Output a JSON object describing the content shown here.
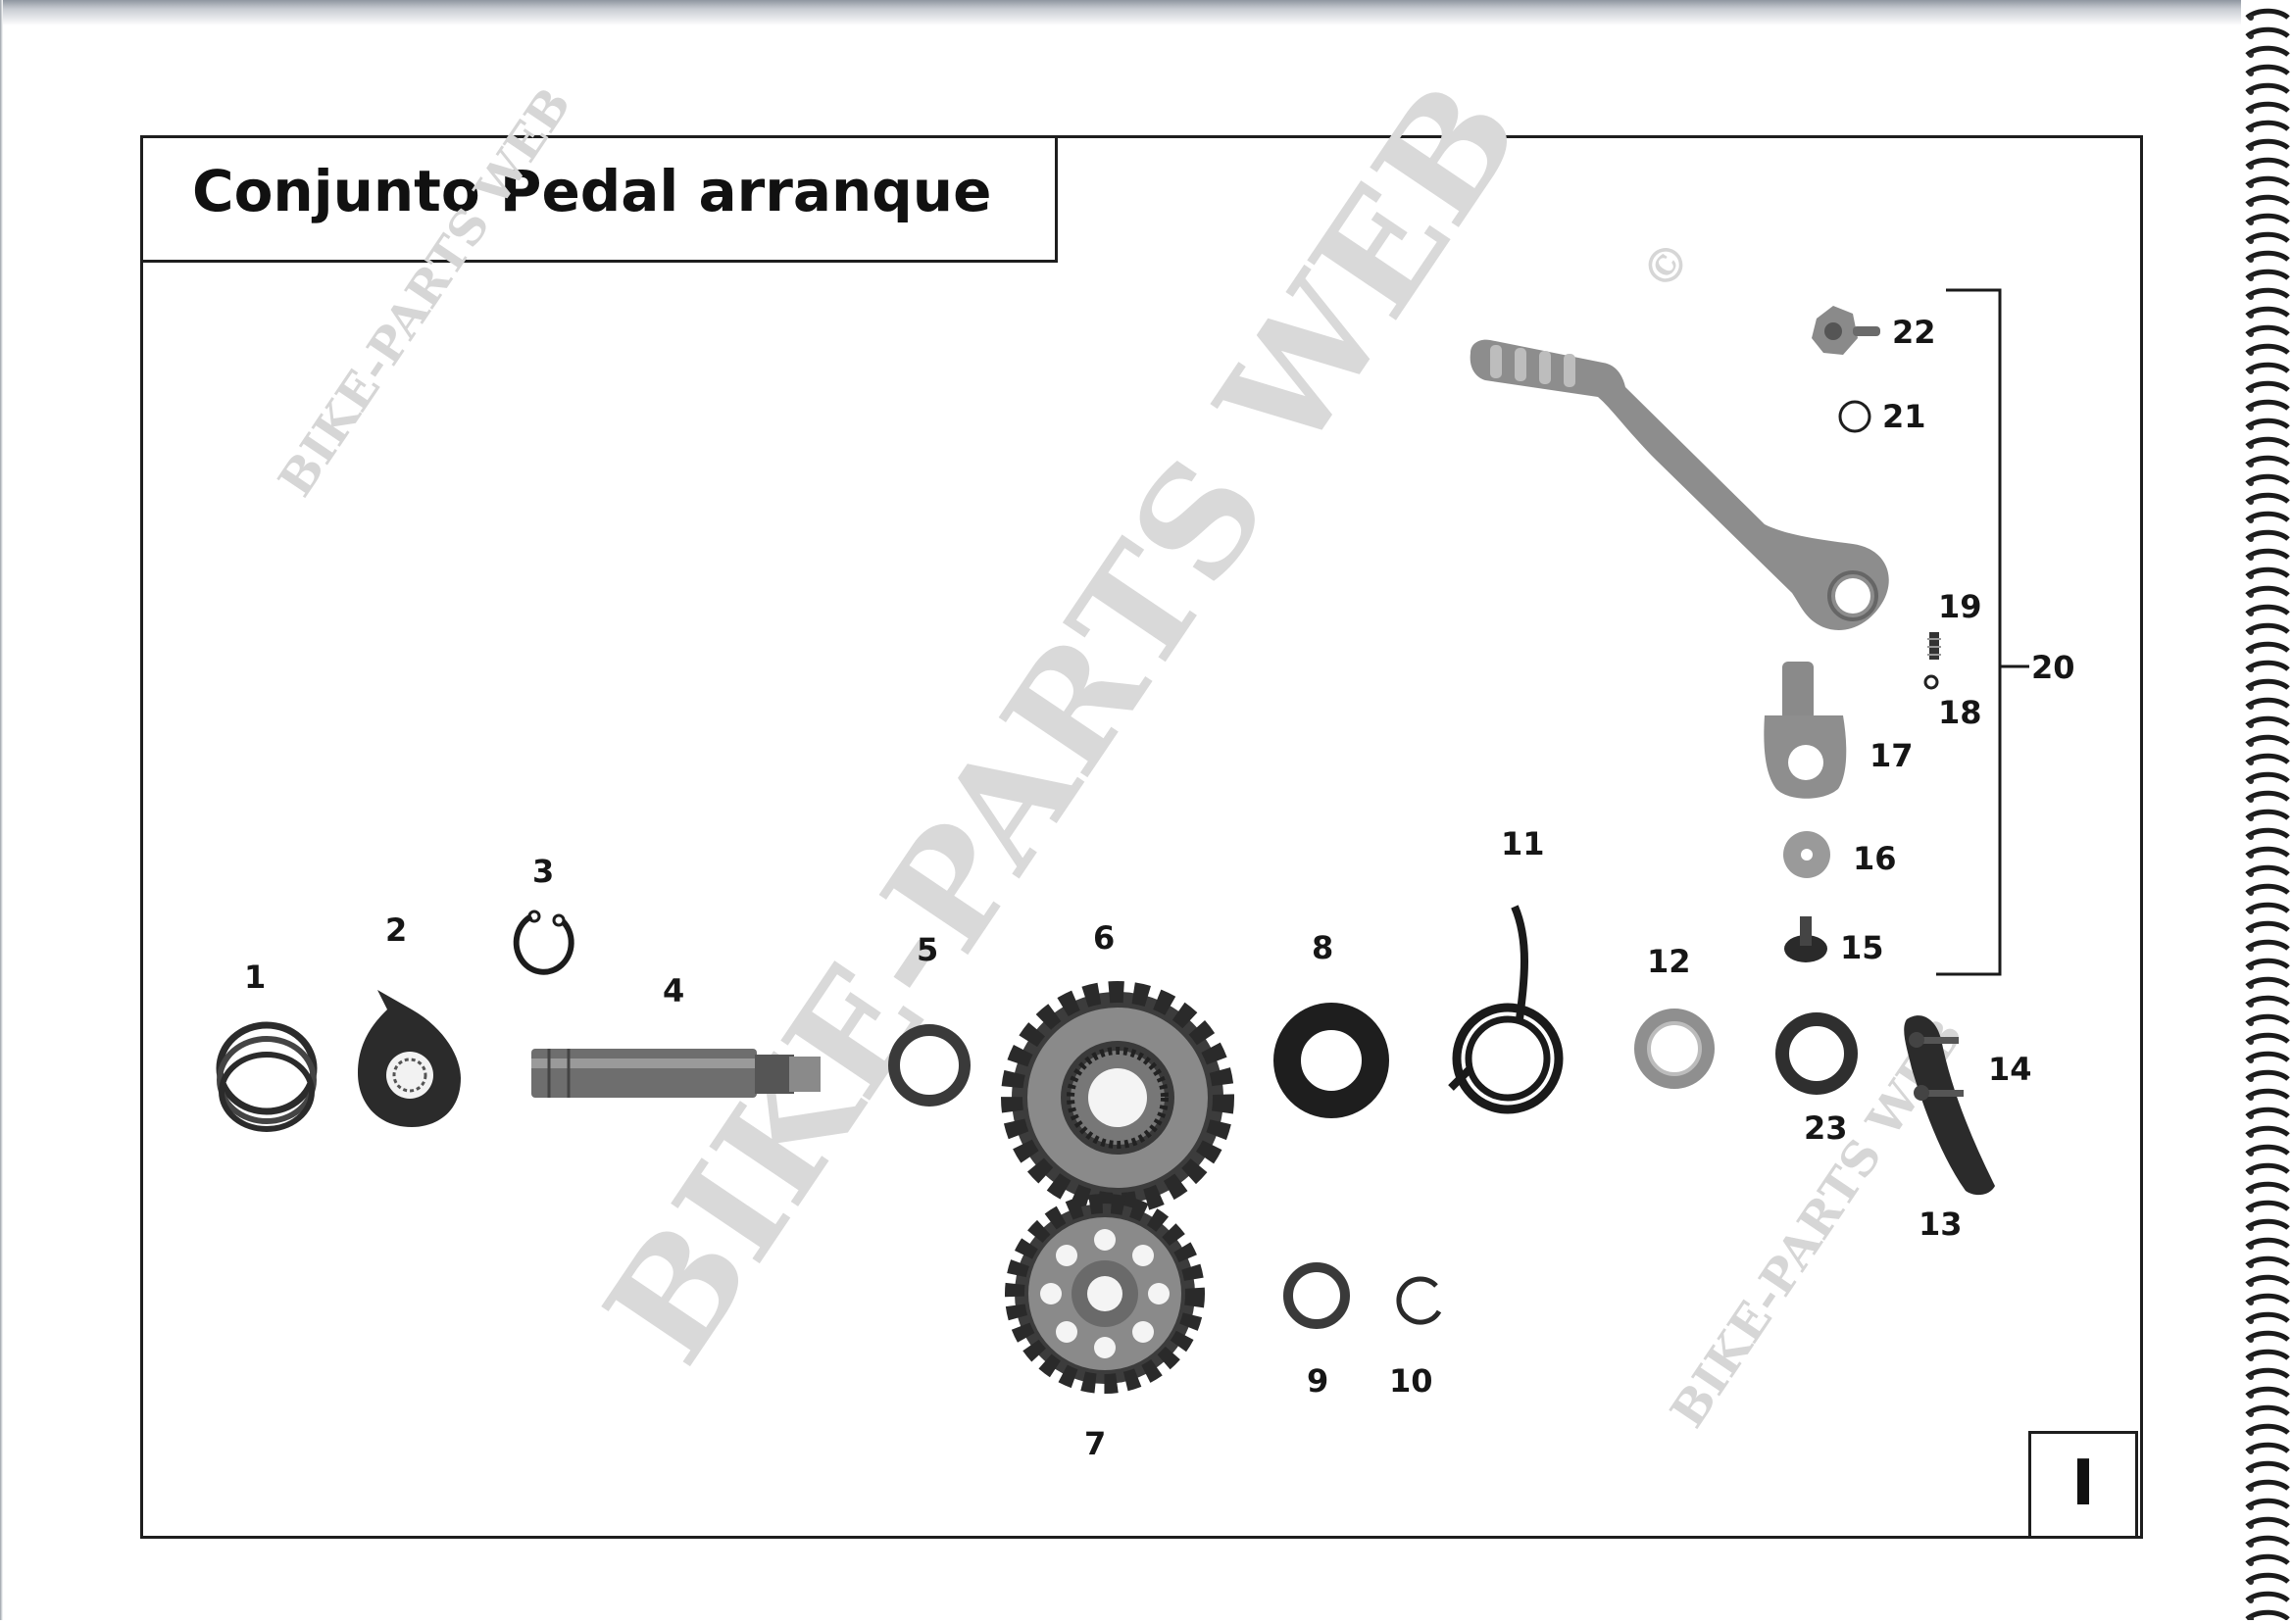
{
  "page": {
    "title": "Conjunto Pedal arranque",
    "page_number": "I"
  },
  "watermarks": {
    "main": "BIKE-PARTS WEB",
    "main_mark": "©",
    "small_top": "BIKE-PARTS WEB",
    "small_bottom": "BIKE-PARTS WEB"
  },
  "callouts": [
    "1",
    "2",
    "3",
    "4",
    "5",
    "6",
    "7",
    "8",
    "9",
    "10",
    "11",
    "12",
    "13",
    "14",
    "15",
    "16",
    "17",
    "18",
    "19",
    "20",
    "21",
    "22",
    "23"
  ],
  "colors": {
    "ink": "#161616",
    "part_dark": "#2b2b2b",
    "part_metal": "#8a8a8a",
    "part_light": "#c9c9c9",
    "watermark": "#d9d9d9"
  }
}
